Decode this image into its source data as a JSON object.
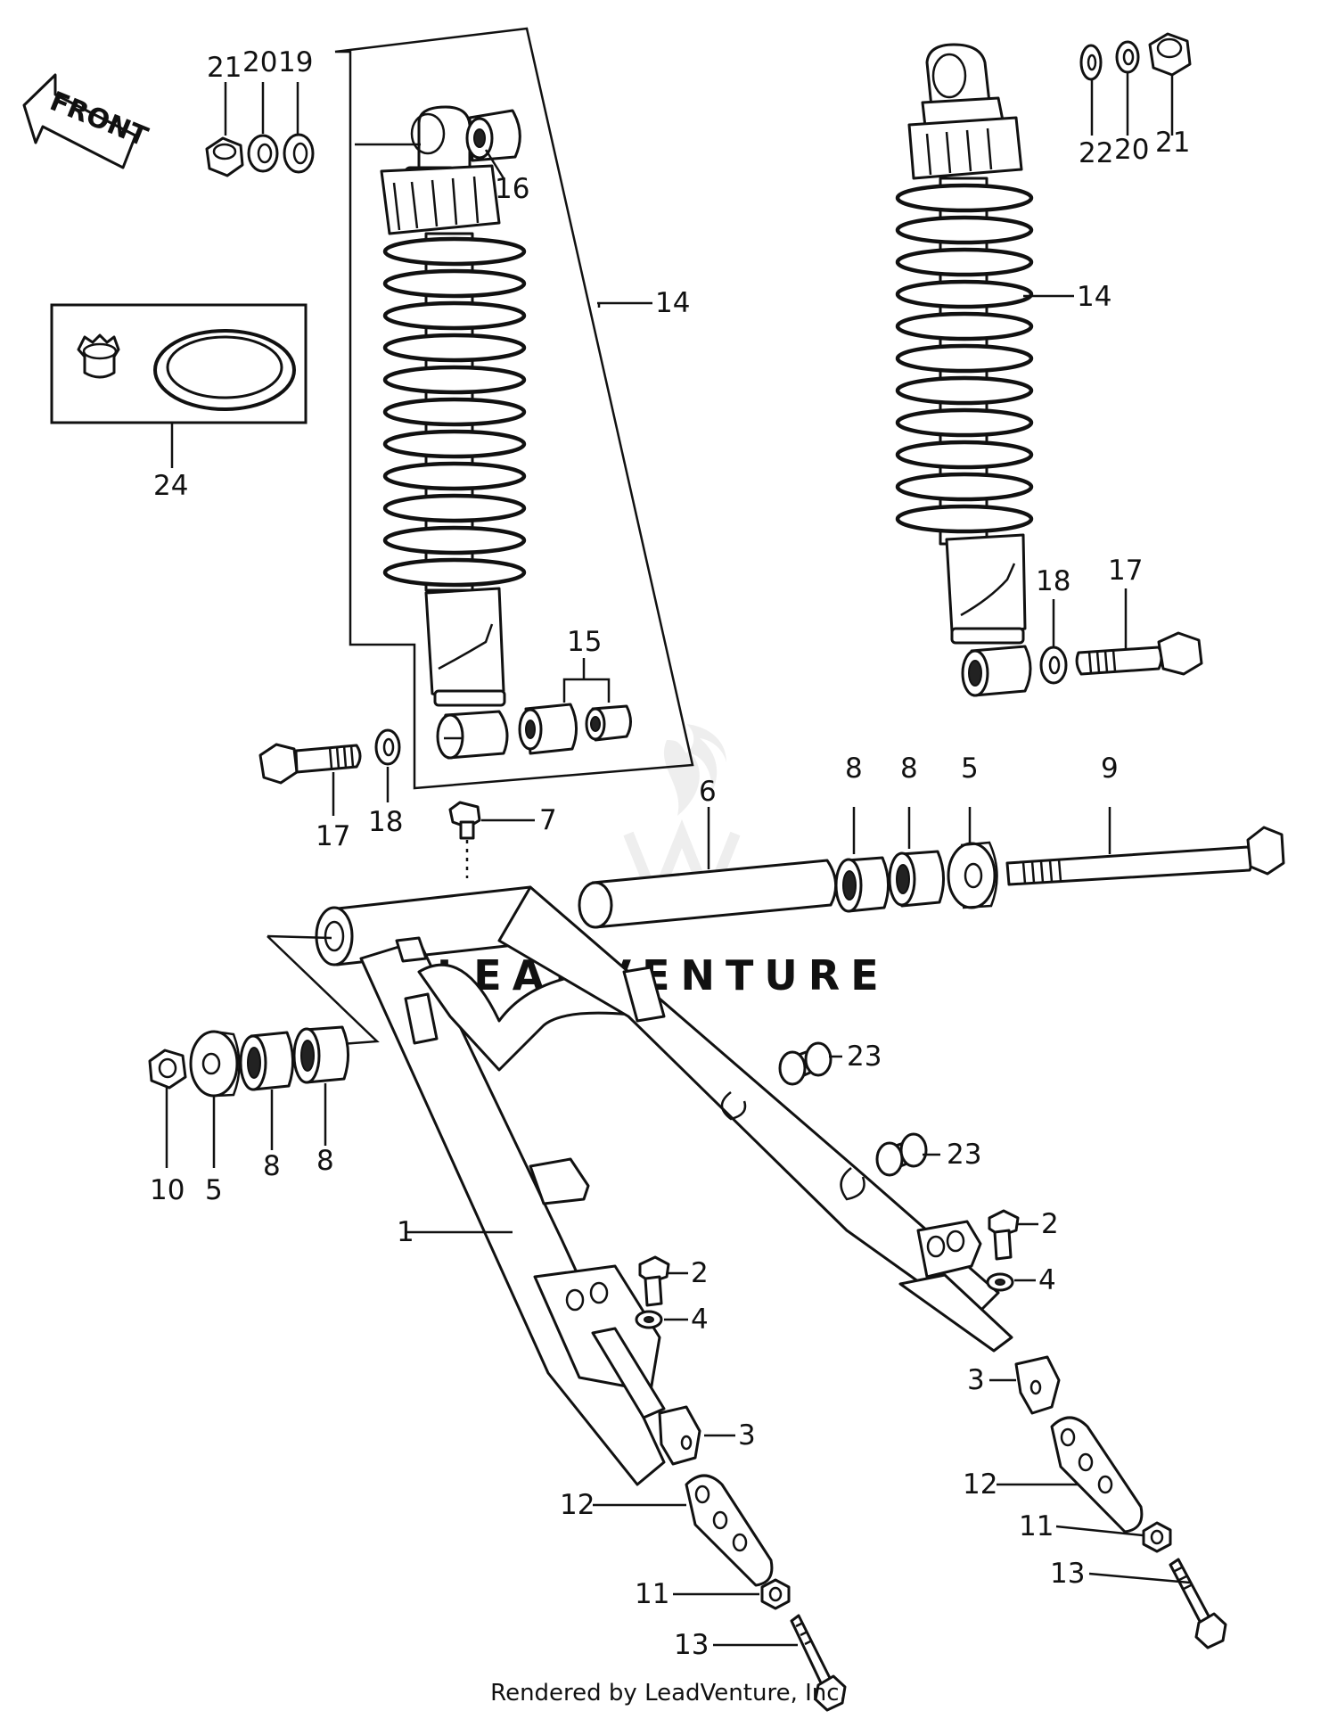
{
  "front_arrow": {
    "label": "FRONT",
    "icon": "front-arrow-icon"
  },
  "watermark": {
    "text": "LEADVENTURE",
    "icon": "flame-logo-icon"
  },
  "footer": "Rendered by LeadVenture, Inc.",
  "callouts": [
    {
      "id": "c21a",
      "text": "21"
    },
    {
      "id": "c20a",
      "text": "20"
    },
    {
      "id": "c19",
      "text": "19"
    },
    {
      "id": "c16",
      "text": "16"
    },
    {
      "id": "c14a",
      "text": "14"
    },
    {
      "id": "c24",
      "text": "24"
    },
    {
      "id": "c15",
      "text": "15"
    },
    {
      "id": "c17a",
      "text": "17"
    },
    {
      "id": "c18a",
      "text": "18"
    },
    {
      "id": "c7",
      "text": "7"
    },
    {
      "id": "c22",
      "text": "22"
    },
    {
      "id": "c20b",
      "text": "20"
    },
    {
      "id": "c21b",
      "text": "21"
    },
    {
      "id": "c14b",
      "text": "14"
    },
    {
      "id": "c18b",
      "text": "18"
    },
    {
      "id": "c17b",
      "text": "17"
    },
    {
      "id": "c6",
      "text": "6"
    },
    {
      "id": "c8a",
      "text": "8"
    },
    {
      "id": "c8b",
      "text": "8"
    },
    {
      "id": "c5a",
      "text": "5"
    },
    {
      "id": "c9",
      "text": "9"
    },
    {
      "id": "c23a",
      "text": "23"
    },
    {
      "id": "c23b",
      "text": "23"
    },
    {
      "id": "c10",
      "text": "10"
    },
    {
      "id": "c5b",
      "text": "5"
    },
    {
      "id": "c8c",
      "text": "8"
    },
    {
      "id": "c8d",
      "text": "8"
    },
    {
      "id": "c1",
      "text": "1"
    },
    {
      "id": "c2a",
      "text": "2"
    },
    {
      "id": "c4a",
      "text": "4"
    },
    {
      "id": "c2b",
      "text": "2"
    },
    {
      "id": "c4b",
      "text": "4"
    },
    {
      "id": "c3a",
      "text": "3"
    },
    {
      "id": "c3b",
      "text": "3"
    },
    {
      "id": "c12a",
      "text": "12"
    },
    {
      "id": "c12b",
      "text": "12"
    },
    {
      "id": "c11a",
      "text": "11"
    },
    {
      "id": "c11b",
      "text": "11"
    },
    {
      "id": "c13a",
      "text": "13"
    },
    {
      "id": "c13b",
      "text": "13"
    }
  ]
}
